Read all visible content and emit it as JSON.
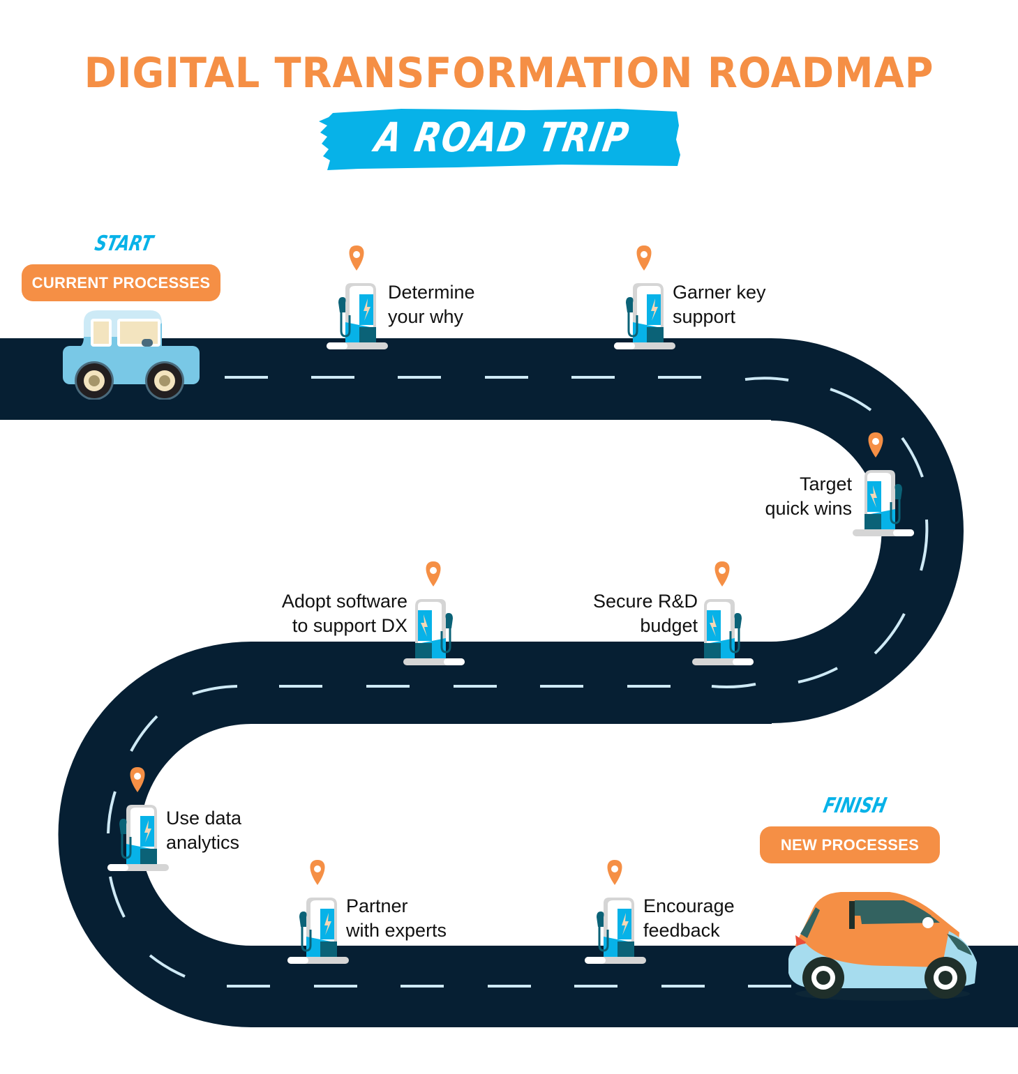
{
  "header": {
    "title": "DIGITAL TRANSFORMATION ROADMAP",
    "subtitle": "A ROAD TRIP"
  },
  "start": {
    "label": "START",
    "badge": "CURRENT PROCESSES"
  },
  "finish": {
    "label": "FINISH",
    "badge": "NEW PROCESSES"
  },
  "stops": [
    {
      "line1": "Determine",
      "line2": "your why"
    },
    {
      "line1": "Garner key",
      "line2": "support"
    },
    {
      "line1": "Target",
      "line2": "quick wins"
    },
    {
      "line1": "Secure R&D",
      "line2": "budget"
    },
    {
      "line1": "Adopt software",
      "line2": "to support DX"
    },
    {
      "line1": "Use data",
      "line2": "analytics"
    },
    {
      "line1": "Partner",
      "line2": "with experts"
    },
    {
      "line1": "Encourage",
      "line2": "feedback"
    }
  ],
  "icons": {
    "stop_marker": "map-pin-icon",
    "stop_station": "ev-charging-station-icon",
    "start_vehicle": "blue-car-icon",
    "finish_vehicle": "orange-car-icon"
  },
  "colors": {
    "accent_orange": "#f58f45",
    "accent_blue": "#07b2e8",
    "road": "#061f33",
    "lane_marking": "#cfeaf6",
    "text": "#111111"
  }
}
